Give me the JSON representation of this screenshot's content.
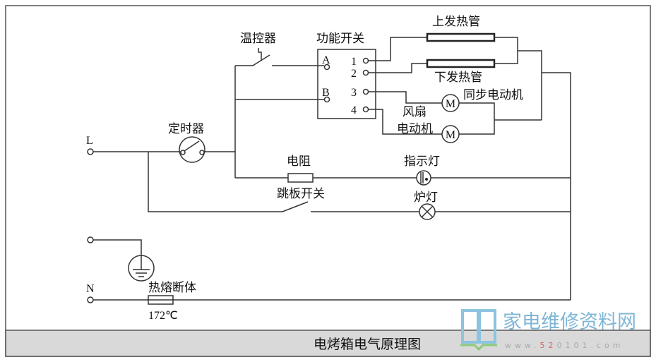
{
  "caption": "电烤箱电气原理图",
  "terminals": {
    "live": "L",
    "neutral": "N"
  },
  "components": {
    "thermostat": "温控器",
    "function_switch": "功能开关",
    "switch_contacts": {
      "a": "A",
      "b": "B",
      "p1": "1",
      "p2": "2",
      "p3": "3",
      "p4": "4"
    },
    "upper_heater": "上发热管",
    "lower_heater": "下发热管",
    "sync_motor": "同步电动机",
    "fan_motor_line1": "风扇",
    "fan_motor_line2": "电动机",
    "motor_symbol": "M",
    "timer": "定时器",
    "resistor": "电阻",
    "indicator_lamp": "指示灯",
    "door_switch": "跳板开关",
    "oven_lamp": "炉灯",
    "thermal_fuse": "热熔断体",
    "fuse_rating": "172℃"
  },
  "logo": {
    "name": "家电维修资料网",
    "url_prefix": "www.",
    "url_highlight": "52",
    "url_rest": "0101.com"
  },
  "colors": {
    "caption_bg": "#d9d9d9",
    "logo_blue": "#7fb6d6",
    "logo_green": "#8cc97a",
    "logo_red": "#e06060"
  }
}
